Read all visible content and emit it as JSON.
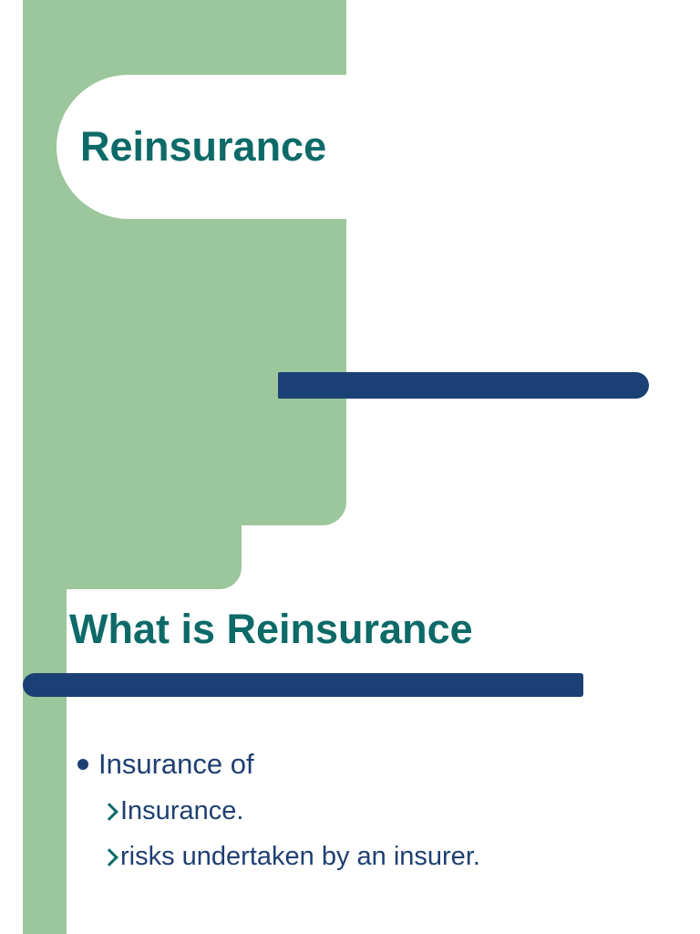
{
  "colors": {
    "slide_background": "#FFFFFF",
    "green_shape": "#9CC69B",
    "navy_accent_bar": "#1B4075",
    "title_teal": "#0D6A68",
    "body_text_navy": "#1E3F72"
  },
  "slide1": {
    "title": "Reinsurance"
  },
  "slide2": {
    "title": "What is Reinsurance",
    "bullet": {
      "text": "Insurance of"
    },
    "sub_bullets": [
      {
        "text": "Insurance."
      },
      {
        "text": " risks undertaken by an insurer."
      }
    ]
  },
  "icons": {
    "bullet_dot": "filled-circle",
    "sub_bullet_arrow": "right-arrowhead"
  }
}
